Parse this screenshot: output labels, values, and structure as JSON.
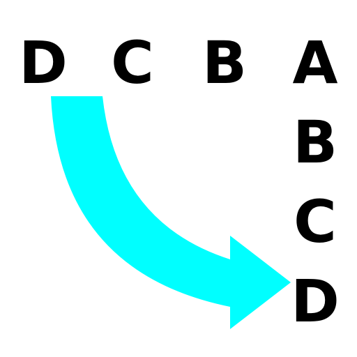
{
  "top_row": [
    "D",
    "C",
    "B",
    "A"
  ],
  "right_column": [
    "B",
    "C",
    "D"
  ],
  "colors": {
    "arrow": "#00FFFF",
    "text": "#000000",
    "background": "#FFFFFF"
  },
  "icon": "curved-arrow-icon"
}
